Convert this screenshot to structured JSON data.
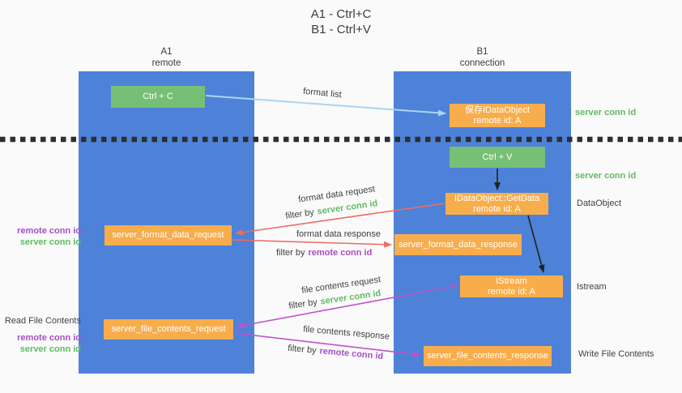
{
  "title": {
    "line1": "A1 - Ctrl+C",
    "line2": "B1 - Ctrl+V"
  },
  "columns": {
    "left": {
      "name": "A1",
      "subtitle": "remote"
    },
    "right": {
      "name": "B1",
      "subtitle": "connection"
    }
  },
  "nodes": {
    "ctrl_c": {
      "label": "Ctrl + C"
    },
    "save_idataobject": {
      "line1": "保存IDataObject",
      "line2": "remote id: A"
    },
    "ctrl_v": {
      "label": "Ctrl + V"
    },
    "getdata": {
      "line1": "IDataObject::GetData",
      "line2": "remote id: A"
    },
    "format_request": {
      "label": "server_format_data_request"
    },
    "format_response": {
      "label": "server_format_data_response"
    },
    "istream": {
      "line1": "IStream",
      "line2": "remote id: A"
    },
    "file_request": {
      "label": "server_file_contents_request"
    },
    "file_response": {
      "label": "server_file_contents_response"
    }
  },
  "labels": {
    "format_list": "format list",
    "format_data_request": "format data request",
    "format_data_response": "format data response",
    "file_contents_request": "file contents request",
    "file_contents_response": "file contents response",
    "filter_by": "filter by",
    "server_conn_id": "server conn id",
    "remote_conn_id": "remote conn id",
    "dataobject": "DataObject",
    "istream_side": "Istream",
    "read_file_contents": "Read File Contents",
    "write_file_contents": "Write File Contents"
  },
  "colors": {
    "column_blue": "#4d82d8",
    "node_orange": "#f8ad4c",
    "node_green": "#76c076",
    "arrow_lightblue": "#a9d6ef",
    "arrow_red": "#ee6c62",
    "arrow_magenta": "#bf52cb",
    "arrow_black": "#222222",
    "text_green": "#62ba62",
    "text_purple": "#a64ec0",
    "text_dark": "#3f3f3f"
  }
}
